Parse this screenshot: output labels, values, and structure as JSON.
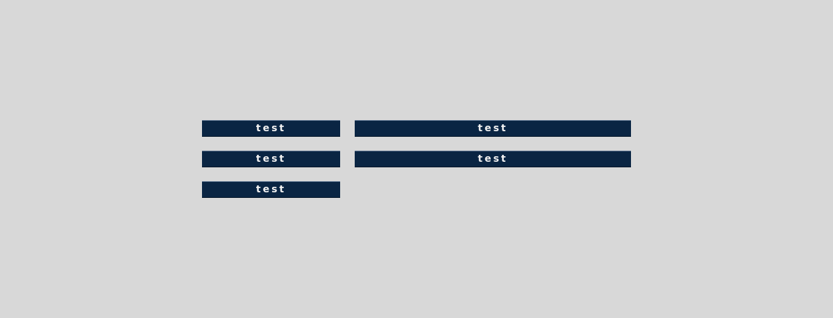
{
  "canvas": {
    "background_color": "#d8d8d8"
  },
  "buttons": {
    "fill_color": "#0a2543",
    "text_color": "#f2f2f2",
    "items": [
      {
        "label": "test",
        "column": "left",
        "row": 1
      },
      {
        "label": "test",
        "column": "right",
        "row": 1
      },
      {
        "label": "test",
        "column": "left",
        "row": 2
      },
      {
        "label": "test",
        "column": "right",
        "row": 2
      },
      {
        "label": "test",
        "column": "left",
        "row": 3
      }
    ]
  }
}
